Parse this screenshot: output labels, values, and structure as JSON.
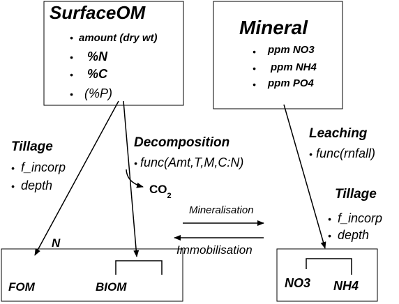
{
  "surface_om": {
    "title": "SurfaceOM",
    "bullets": [
      "amount (dry wt)",
      "%N",
      "%C",
      "(%P)"
    ]
  },
  "mineral": {
    "title": "Mineral",
    "bullets": [
      "ppm NO3",
      "ppm NH4",
      "ppm PO4"
    ]
  },
  "tillage_left": {
    "title": "Tillage",
    "items": [
      "f_incorp",
      "depth"
    ]
  },
  "decomposition": {
    "title": "Decomposition",
    "formula": "func(Amt,T,M,C:N)"
  },
  "co2": {
    "main": "CO",
    "sub": "2"
  },
  "leaching": {
    "title": "Leaching",
    "formula": "func(rnfall)"
  },
  "tillage_right": {
    "title": "Tillage",
    "items": [
      "f_incorp",
      "depth"
    ]
  },
  "n_label": "N",
  "mineralisation_label": "Mineralisation",
  "immobilisation_label": "Immobilisation",
  "bottom_left": {
    "fom": "FOM",
    "biom": "BIOM"
  },
  "bottom_right": {
    "no3": "NO3",
    "nh4": "NH4"
  },
  "bullet_char": "•",
  "colors": {
    "line": "#000000",
    "background": "#ffffff"
  }
}
